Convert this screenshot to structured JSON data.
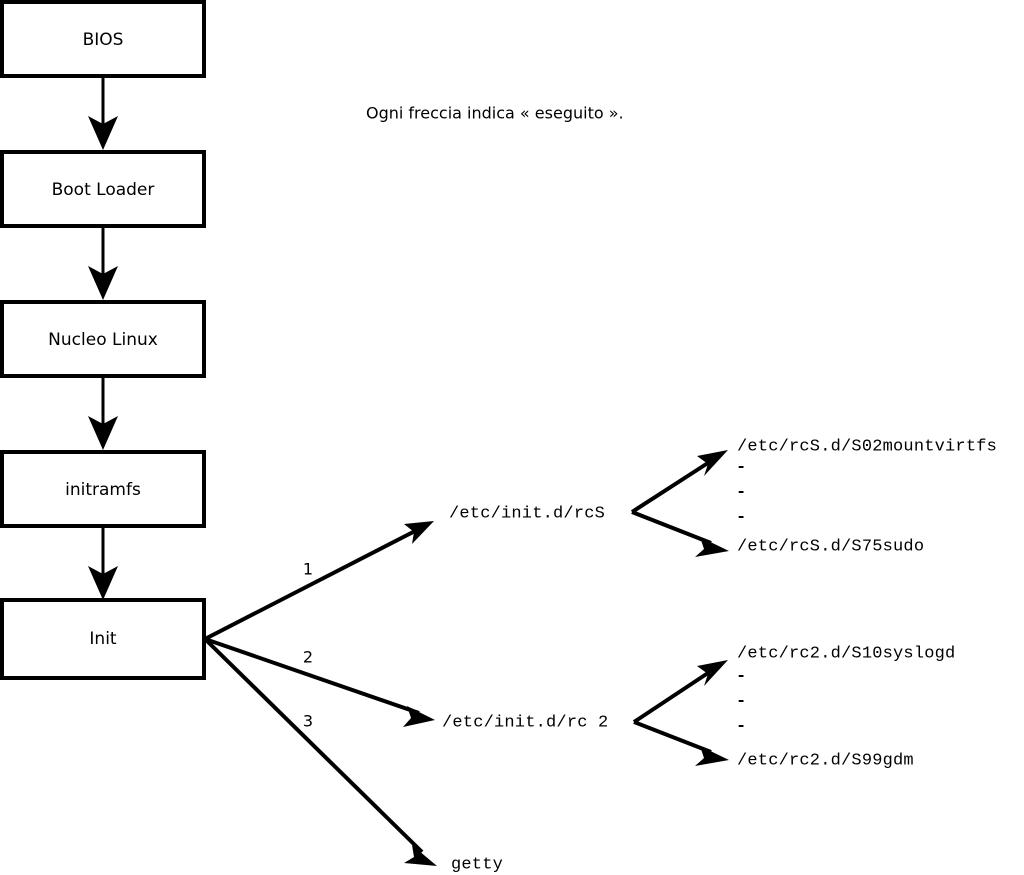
{
  "diagram": {
    "title_caption": "Ogni freccia indica « eseguito ».",
    "boot_chain": [
      {
        "id": "bios",
        "label": "BIOS"
      },
      {
        "id": "boot-loader",
        "label": "Boot Loader"
      },
      {
        "id": "nucleo-linux",
        "label": "Nucleo Linux"
      },
      {
        "id": "initramfs",
        "label": "initramfs"
      },
      {
        "id": "init",
        "label": "Init"
      }
    ],
    "init_branches": [
      {
        "number": "1",
        "target": "/etc/init.d/rcS"
      },
      {
        "number": "2",
        "target": "/etc/init.d/rc 2"
      },
      {
        "number": "3",
        "target": "getty"
      }
    ],
    "rcs_scripts": {
      "first": "/etc/rcS.d/S02mountvirtfs",
      "ellipsis": [
        "-",
        "-",
        "-"
      ],
      "last": "/etc/rcS.d/S75sudo"
    },
    "rc2_scripts": {
      "first": "/etc/rc2.d/S10syslogd",
      "ellipsis": [
        "-",
        "-",
        "-"
      ],
      "last": "/etc/rc2.d/S99gdm"
    },
    "colors": {
      "stroke": "#000000",
      "fill": "#ffffff",
      "background": "#ffffff"
    }
  }
}
